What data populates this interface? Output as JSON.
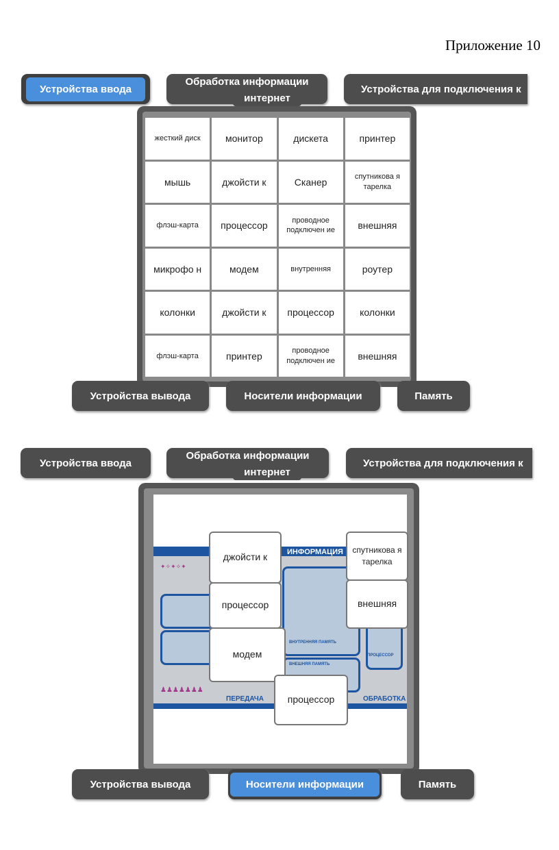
{
  "page_title": "Приложение 10",
  "categories": {
    "input": "Устройства ввода",
    "processing": "Обработка информации",
    "internet_devices": "Устройства для подключения к",
    "internet": "интернет",
    "output": "Устройства вывода",
    "media": "Носители информации",
    "memory": "Память"
  },
  "panel1": {
    "active": "Устройства ввода",
    "cells": [
      [
        "жесткий диск",
        "монитор",
        "дискета",
        "принтер"
      ],
      [
        "мышь",
        "джойсти к",
        "Сканер",
        "спутникова я тарелка"
      ],
      [
        "флэш-карта",
        "процессор",
        "проводное подключен ие",
        "внешняя"
      ],
      [
        "микрофо н",
        "модем",
        "внутренняя",
        "роутер"
      ],
      [
        "колонки",
        "джойсти к",
        "процессор",
        "колонки"
      ],
      [
        "флэш-карта",
        "принтер",
        "проводное подключен ие",
        "внешняя"
      ]
    ]
  },
  "panel2": {
    "active": "Носители информации",
    "diagram": {
      "header": "ИНФОРМАЦИЯ",
      "transfer": "ПЕРЕДАЧА",
      "processing": "ОБРАБОТКА",
      "internal_memory": "ВНУТРЕННЯЯ ПАМЯТЬ",
      "external_memory": "ВНЕШНЯЯ ПАМЯТЬ",
      "processor": "ПРОЦЕССОР"
    },
    "pieces": [
      "джойсти к",
      "процессор",
      "модем",
      "процессор",
      "спутникова я тарелка",
      "внешняя"
    ]
  }
}
